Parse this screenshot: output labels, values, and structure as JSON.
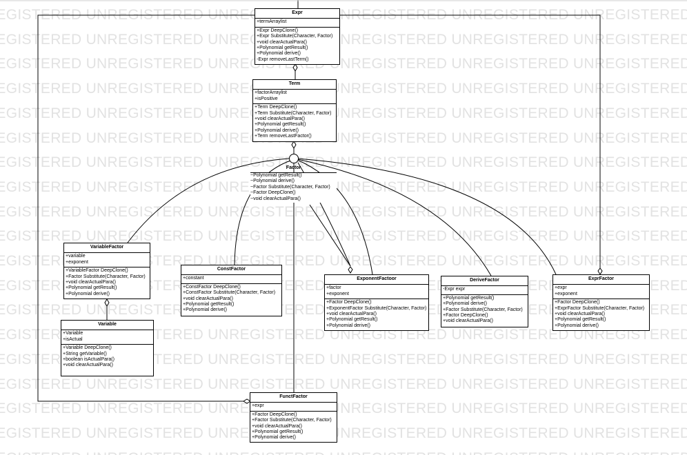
{
  "watermark": "UNREGISTERED",
  "classes": {
    "expr": {
      "name": "Expr",
      "attributes": [
        "+termArraylist"
      ],
      "methods": [
        "+Expr DeepClone()",
        "+Expr Substitute(Character, Factor)",
        "+void clearActualPara()",
        "+Polynomial getResult()",
        "+Polynomial derive()",
        "-Expr removeLastTerm()"
      ]
    },
    "term": {
      "name": "Term",
      "attributes": [
        "+factorArraylist",
        "+isPositive"
      ],
      "methods": [
        "+Term DeepClone()",
        "+Term Substitute(Character, Factor)",
        "+void clearActualPara()",
        "+Polynomial getResult()",
        "+Polynomial derive()",
        "+Term removeLastFactor()"
      ]
    },
    "variable_factor": {
      "name": "VariableFactor",
      "attributes": [
        "+variable",
        "+exponent"
      ],
      "methods": [
        "+VariableFactor DeepClone()",
        "+Factor Substitute(Character, Factor)",
        "+void clearActualPara()",
        "+Polynomial getResult()",
        "+Polynomial derive()"
      ]
    },
    "variable": {
      "name": "Variable",
      "attributes": [
        "+Variable",
        "+isActual"
      ],
      "methods": [
        "+Variable DeepClone()",
        "+String getVariable()",
        "+boolean isActualPara()",
        "+void clearActualPara()"
      ]
    },
    "const_factor": {
      "name": "ConstFactor",
      "attributes": [
        "+constant"
      ],
      "methods": [
        "+ConstFactor DeepClone()",
        "+ConstFactor Substitute(Character, Factor)",
        "+void clearActualPara()",
        "+Polynomial getResult()",
        "+Polynomial derive()"
      ]
    },
    "exponent_factor": {
      "name": "ExponentFactoor",
      "attributes": [
        "+factor",
        "+exponent"
      ],
      "methods": [
        "+Factor DeepClone()",
        "+ExponentFactor Substitute(Character, Factor)",
        "+void clearActualPara()",
        "+Polynomial getResult()",
        "+Polynomial derive()"
      ]
    },
    "derive_factor": {
      "name": "DeriveFactor",
      "attributes": [
        "-Expr expr"
      ],
      "methods": [
        "+Polynomial getResult()",
        "+Polynomial derive()",
        "+Factor Substitute(Character, Factor)",
        "+Factor DeepClone()",
        "+void clearActualPara()"
      ]
    },
    "expr_factor": {
      "name": "ExprFactor",
      "attributes": [
        "+expr",
        "+exponent"
      ],
      "methods": [
        "+Factor DeepClone()",
        "+ExprFactor Substitute(Character, Factor)",
        "+void clearActualPara()",
        "+Polynomial getResult()",
        "+Polynomial derive()"
      ]
    },
    "funct_factor": {
      "name": "FunctFactor",
      "attributes": [
        "+expr"
      ],
      "methods": [
        "+Factor DeepClone()",
        "+Factor Substitute(Character, Factor)",
        "+void clearActualPara()",
        "+Polynomial getResult()",
        "+Polynomial derive()"
      ]
    }
  },
  "interface_factor": {
    "name": "Factor",
    "methods": [
      "~Polynomial getResult()",
      "~Polynomial derive()",
      "~Factor Substitute(Character, Factor)",
      "~Factor DeepClone()",
      "~void clearActualPara()"
    ]
  }
}
